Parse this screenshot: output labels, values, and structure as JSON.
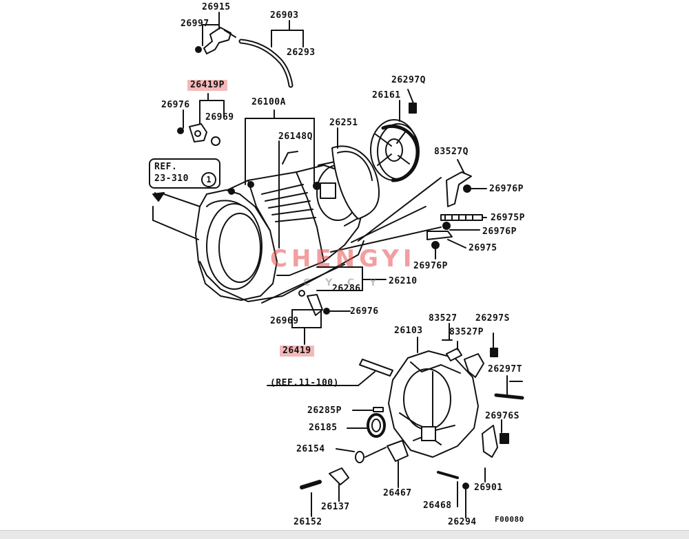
{
  "labels": {
    "p26915": "26915",
    "p26903": "26903",
    "p26997": "26997",
    "p26293": "26293",
    "p26419P": "26419P",
    "p26976_a": "26976",
    "p26100A": "26100A",
    "p26969_a": "26969",
    "p26297Q": "26297Q",
    "p26161": "26161",
    "p26251": "26251",
    "p26148Q": "26148Q",
    "p83527Q": "83527Q",
    "p26976P_a": "26976P",
    "p26975P": "26975P",
    "p26976P_b": "26976P",
    "p26975": "26975",
    "p26976P_c": "26976P",
    "p26210": "26210",
    "p26286": "26286",
    "p26969_b": "26969",
    "p26976_b": "26976",
    "p26419": "26419",
    "p83527": "83527",
    "p26297S": "26297S",
    "p26103": "26103",
    "p83527P": "83527P",
    "p26297T": "26297T",
    "ref11": "(REF.11-100)",
    "p26285P": "26285P",
    "p26185": "26185",
    "p26976S": "26976S",
    "p26154": "26154",
    "p26467": "26467",
    "p26468": "26468",
    "p26901": "26901",
    "p26137": "26137",
    "p26152": "26152",
    "p26294": "26294",
    "figcode": "F00080"
  },
  "ref_box": {
    "line1": "REF.",
    "line2": "23-310",
    "circle": "1"
  },
  "watermark": {
    "main": "CHENGYI",
    "sub": "CYCY"
  },
  "highlight_color": "#f3b9b9"
}
